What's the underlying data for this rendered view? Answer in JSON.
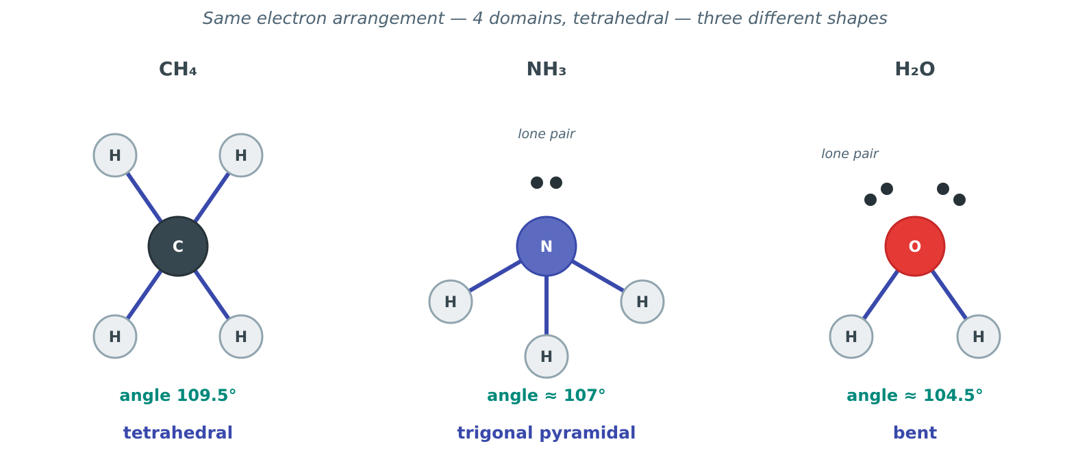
{
  "title": "Same electron arrangement — 4 domains, tetrahedral — three different shapes",
  "molecules": [
    {
      "formula": "CH₄",
      "center": {
        "symbol": "C",
        "fill": "#37474f",
        "stroke": "#263238"
      },
      "hydrogens": [
        "H",
        "H",
        "H",
        "H"
      ],
      "lone_pairs": 0,
      "angle": "angle 109.5°",
      "shape": "tetrahedral"
    },
    {
      "formula": "NH₃",
      "center": {
        "symbol": "N",
        "fill": "#5c6bc0",
        "stroke": "#3949ab"
      },
      "hydrogens": [
        "H",
        "H",
        "H"
      ],
      "lone_pairs": 1,
      "lone_pair_label": "lone pair",
      "angle": "angle ≈ 107°",
      "shape": "trigonal pyramidal"
    },
    {
      "formula": "H₂O",
      "center": {
        "symbol": "O",
        "fill": "#e53935",
        "stroke": "#c62828"
      },
      "hydrogens": [
        "H",
        "H"
      ],
      "lone_pairs": 2,
      "lone_pair_label": "lone pair",
      "angle": "angle ≈ 104.5°",
      "shape": "bent"
    }
  ],
  "colors": {
    "bond": "#3949ab",
    "hydrogen_fill": "#eceff1",
    "hydrogen_stroke": "#90a4ae",
    "angle_text": "#00897b",
    "shape_text": "#3949ab",
    "electron": "#263238"
  }
}
